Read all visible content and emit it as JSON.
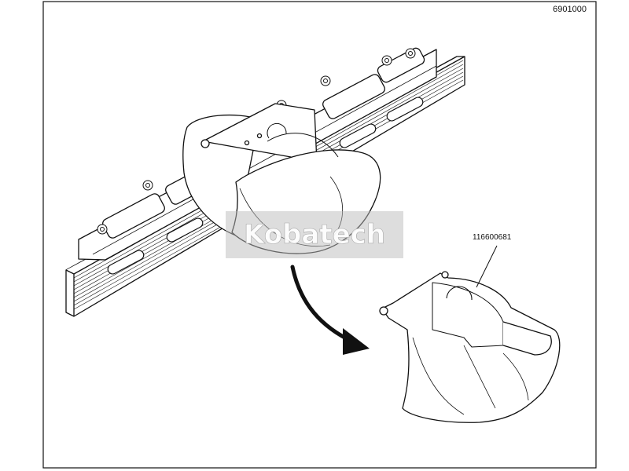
{
  "drawing_number": "6901000",
  "part_number": "116600681",
  "watermark": "Kobatech"
}
